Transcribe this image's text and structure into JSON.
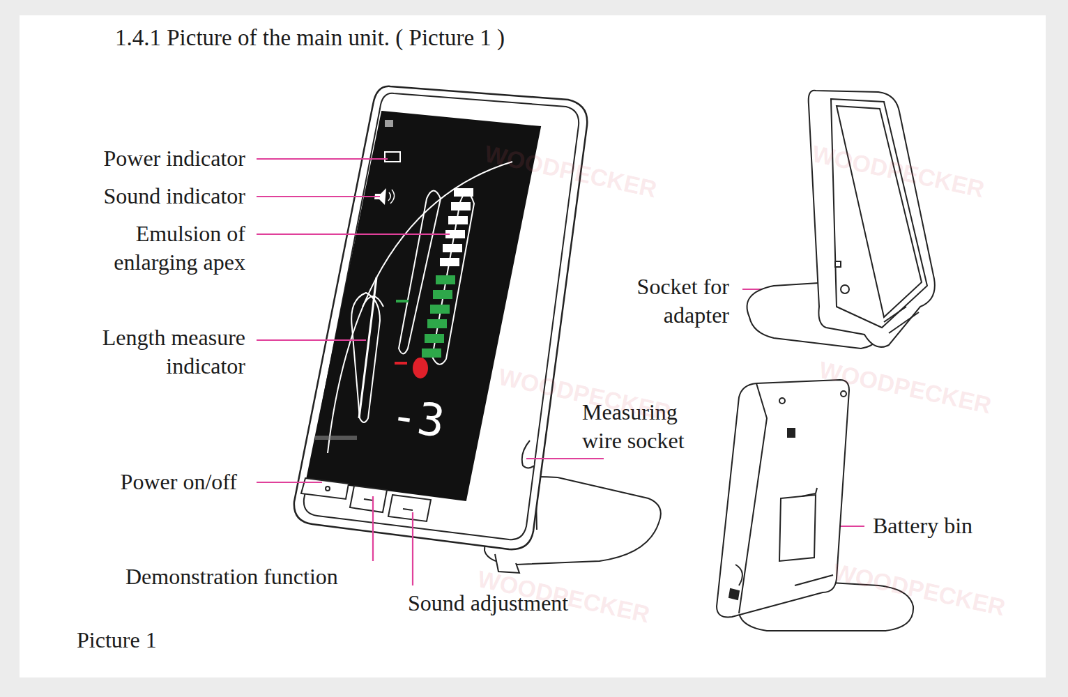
{
  "diagram": {
    "title": "1.4.1 Picture of the main unit. ( Picture 1 )",
    "caption": "Picture 1",
    "labels": [
      "Power indicator",
      "Sound indicator",
      "Emulsion of enlarging apex",
      "Length measure indicator",
      "Power on/off",
      "Demonstration function",
      "Sound adjustment",
      "Socket for adapter",
      "Measuring wire socket",
      "Battery bin",
      "-3",
      "WOODPECKER",
      "WOODPECKER",
      "WOODPECKER",
      "WOODPECKER",
      "WOODPECKER",
      "WOODPECKER"
    ]
  }
}
